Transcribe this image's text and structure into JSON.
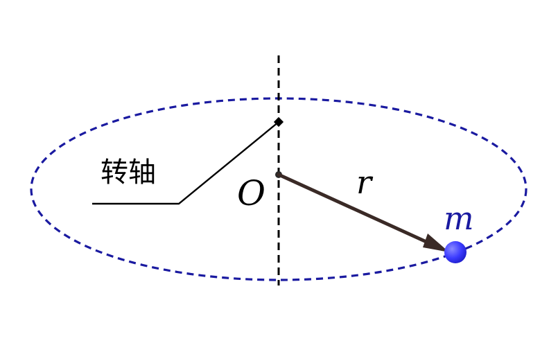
{
  "diagram": {
    "axis_label": "转轴",
    "origin_label": "O",
    "radius_label": "r",
    "mass_label": "m"
  },
  "colors": {
    "orbit": "#1a1aa0",
    "axis_line": "#000000",
    "arrow": "#3a2a26",
    "mass_fill": "#3b3bff",
    "mass_label": "#1a1aa0",
    "text": "#000000"
  }
}
